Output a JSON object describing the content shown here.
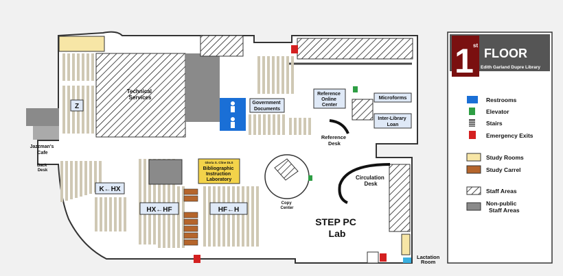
{
  "legend": {
    "floor_number": "1",
    "floor_suffix": "st",
    "floor_word": "FLOOR",
    "library_name": "Edith Garland Dupre Library",
    "items": [
      {
        "icon": "restroom-icon",
        "label": "Restrooms",
        "color": "#1a6fd6"
      },
      {
        "icon": "elevator-icon",
        "label": "Elevator",
        "color": "#2e9e44"
      },
      {
        "icon": "stairs-icon",
        "label": "Stairs",
        "color": "#555555"
      },
      {
        "icon": "emergency-exit-icon",
        "label": "Emergency Exits",
        "color": "#d42020"
      },
      {
        "icon": "study-room-swatch",
        "label": "Study Rooms",
        "color": "#f7e6a6"
      },
      {
        "icon": "study-carrel-swatch",
        "label": "Study Carrel",
        "color": "#b5652b"
      },
      {
        "icon": "staff-area-swatch",
        "label": "Staff Areas",
        "color": "hatch"
      },
      {
        "icon": "nonpublic-swatch",
        "label": "Non-public Staff Areas",
        "color": "#8a8a8a"
      }
    ]
  },
  "map": {
    "technical_services": [
      "Technical",
      "Services"
    ],
    "z_section": "Z",
    "jazzmans_cafe": [
      "Jazzman's",
      "Cafe"
    ],
    "back_desk": [
      "Back",
      "Desk"
    ],
    "government_documents": [
      "Government",
      "Documents"
    ],
    "reference_online_center": [
      "Reference",
      "Online",
      "Center"
    ],
    "microforms": "Microforms",
    "inter_library_loan": [
      "Inter-Library",
      "Loan"
    ],
    "reference_desk": [
      "Reference",
      "Desk"
    ],
    "k_hx": "K←HX",
    "hx_hf": "HX←HF",
    "hf_h": "HF←H",
    "gloria_clive": "Gloria S. Cline DLS",
    "bibliographic_lab": [
      "Bibliographic",
      "Instruction",
      "Laboratory"
    ],
    "copy_center": [
      "Copy",
      "Center"
    ],
    "circulation_desk": [
      "Circulation",
      "Desk"
    ],
    "step_pc_lab": [
      "STEP PC",
      "Lab"
    ],
    "lactation_room": [
      "Lactation",
      "Room"
    ]
  },
  "colors": {
    "shelf": "#cfc8b4",
    "floor": "#ffffff",
    "wall": "#333333",
    "legend_title_bg": "#7a1010",
    "legend_header_bg": "#555555",
    "label_box": "#dfe9f7",
    "lab_box": "#f3d34a"
  }
}
